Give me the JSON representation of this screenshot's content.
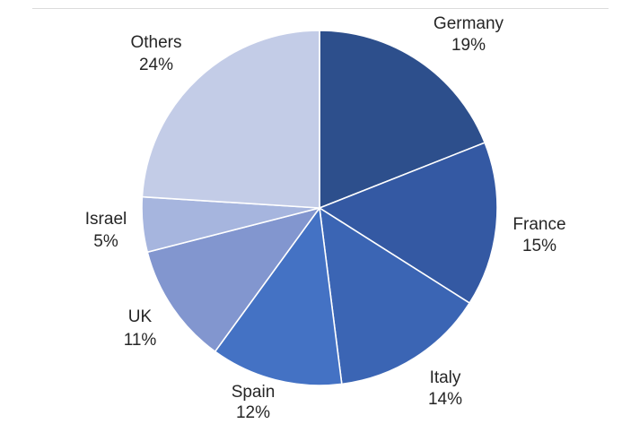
{
  "chart_data": {
    "type": "pie",
    "title": "",
    "categories": [
      "Germany",
      "France",
      "Italy",
      "Spain",
      "UK",
      "Israel",
      "Others"
    ],
    "values": [
      19,
      15,
      14,
      12,
      11,
      5,
      24
    ],
    "value_labels": [
      "19%",
      "15%",
      "14%",
      "12%",
      "11%",
      "5%",
      "24%"
    ],
    "colors": [
      "#2d4f8c",
      "#3459a3",
      "#3b65b4",
      "#4472c4",
      "#8296cf",
      "#a6b5de",
      "#c3cce7"
    ],
    "start_angle": "12 o'clock",
    "direction": "clockwise",
    "legend": "none",
    "labels_position": "outside"
  }
}
